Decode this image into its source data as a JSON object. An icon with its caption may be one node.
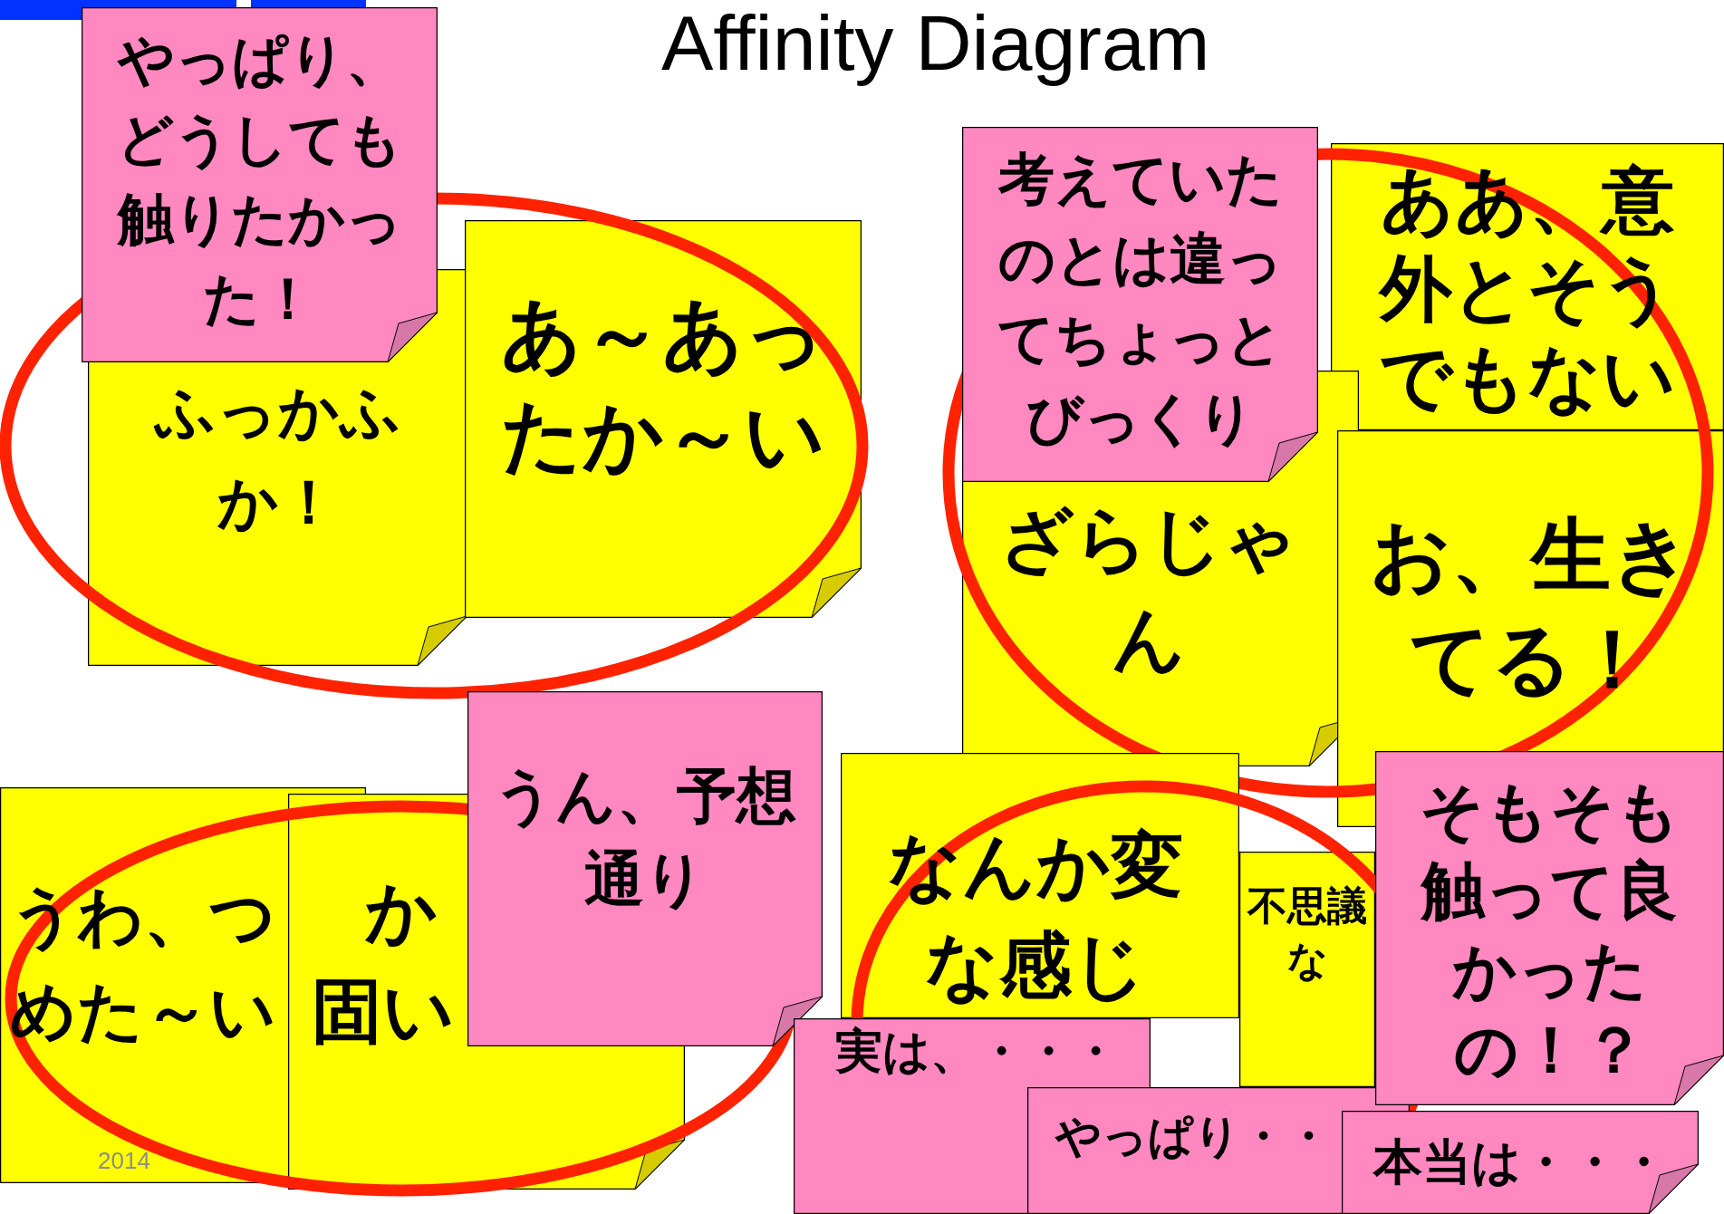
{
  "diagram": {
    "title": "Affinity Diagram",
    "nodes": [
      {
        "text": [
          "やっぱり、どうしても触りたかった！"
        ]
      },
      {
        "text": [
          "ふっかふか！"
        ]
      },
      {
        "text": [
          "あ～あったか～い"
        ]
      },
      {
        "text": [
          "考えていたのとは違ってちょっとびっくり"
        ]
      },
      {
        "text": [
          "ざらじゃん"
        ]
      },
      {
        "text": [
          "ああ、意外とそうでもない"
        ]
      },
      {
        "text": [
          "お、生きてる！"
        ]
      },
      {
        "text": [
          "うん、予想通り"
        ]
      },
      {
        "text": [
          "うわ、つめた～い"
        ]
      },
      {
        "text": [
          "か",
          "固い"
        ]
      },
      {
        "text": [
          "なんか変な感じ"
        ]
      },
      {
        "text": [
          "不思議な"
        ]
      },
      {
        "text": [
          "そもそも触って良かったの！？"
        ]
      },
      {
        "text": [
          "実は、・・・"
        ]
      },
      {
        "text": [
          "やっぱり・・"
        ]
      },
      {
        "text": [
          "本当は・・・"
        ]
      }
    ],
    "labels": [
      "2014"
    ]
  }
}
